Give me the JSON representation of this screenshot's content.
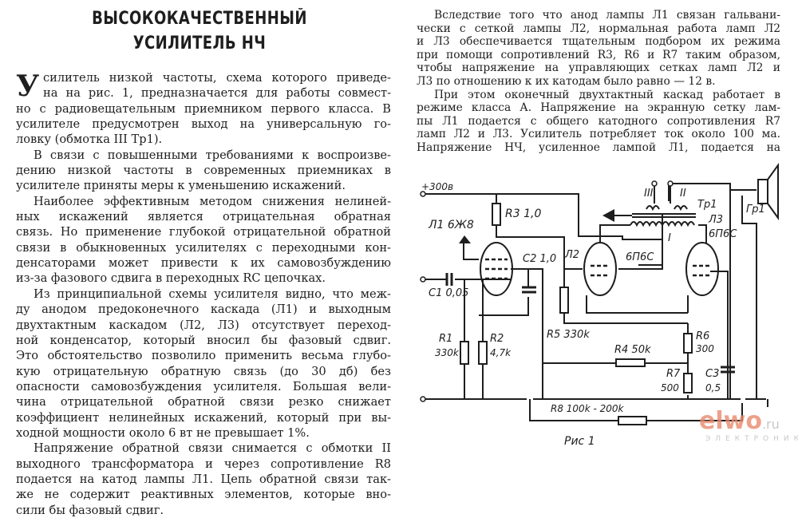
{
  "title": [
    "ВЫСОКОКАЧЕСТВЕННЫЙ",
    "УСИЛИТЕЛЬ НЧ"
  ],
  "left_column": {
    "drop_cap": "У",
    "lines": [
      {
        "t": "силитель низкой частоты, схема которого приведе-",
        "k": "drop"
      },
      {
        "t": "на на рис. 1, предназначается для работы совмест-",
        "k": "drop"
      },
      {
        "t": "но с радиовещательным приемником первого класса. В",
        "k": ""
      },
      {
        "t": "усилителе предусмотрен выход на универсальную го-",
        "k": ""
      },
      {
        "t": "ловку (обмотка III Тр1).",
        "k": "end"
      },
      {
        "t": "В связи с повышенными требованиями к воспроизве-",
        "k": "ind"
      },
      {
        "t": "дению низкой частоты в современных приемниках в",
        "k": ""
      },
      {
        "t": "усилителе приняты меры к уменьшению искажений.",
        "k": "end"
      },
      {
        "t": "Наиболее эффективным методом снижения нелиней-",
        "k": "ind"
      },
      {
        "t": "ных искажений является отрицательная обратная",
        "k": ""
      },
      {
        "t": "связь. Но применение глубокой отрицательной обратной",
        "k": ""
      },
      {
        "t": "связи в обыкновенных усилителях с переходными кон-",
        "k": ""
      },
      {
        "t": "денсаторами может привести к их самовозбуждению",
        "k": ""
      },
      {
        "t": "из-за фазового сдвига в переходных RC цепочках.",
        "k": "end"
      },
      {
        "t": "Из принципиальной схемы усилителя видно, что меж-",
        "k": "ind"
      },
      {
        "t": "ду анодом предоконечного каскада (Л1) и выходным",
        "k": ""
      },
      {
        "t": "двухтактным каскадом (Л2, Л3) отсутствует переход-",
        "k": ""
      },
      {
        "t": "ной конденсатор, который вносил бы фазовый сдвиг.",
        "k": ""
      },
      {
        "t": "Это обстоятельство позволило применить весьма глубо-",
        "k": ""
      },
      {
        "t": "кую отрицательную обратную связь (до 30 дб) без",
        "k": ""
      },
      {
        "t": "опасности самовозбуждения усилителя. Большая вели-",
        "k": ""
      },
      {
        "t": "чина отрицательной обратной связи резко снижает",
        "k": ""
      },
      {
        "t": "коэффициент нелинейных искажений, который при вы-",
        "k": ""
      },
      {
        "t": "ходной мощности около 6 вт не превышает 1%.",
        "k": "end"
      },
      {
        "t": "Напряжение обратной связи снимается с обмотки II",
        "k": "ind"
      },
      {
        "t": "выходного трансформатора и через сопротивление R8",
        "k": ""
      },
      {
        "t": "подается на катод лампы Л1. Цепь обратной связи так-",
        "k": ""
      },
      {
        "t": "же не содержит реактивных элементов, которые вно-",
        "k": ""
      },
      {
        "t": "сили бы фазовый сдвиг.",
        "k": "end"
      }
    ]
  },
  "right_column": {
    "lines": [
      {
        "t": "Вследствие того что анод лампы Л1 связан гальвани-",
        "k": "ind"
      },
      {
        "t": "чески с сеткой лампы Л2, нормальная работа ламп Л2",
        "k": ""
      },
      {
        "t": "и Л3 обеспечивается тщательным подбором их режима",
        "k": ""
      },
      {
        "t": "при помощи сопротивлений R3, R6 и R7 таким образом,",
        "k": ""
      },
      {
        "t": "чтобы напряжение на управляющих сетках ламп Л2 и",
        "k": ""
      },
      {
        "t": "Л3 по отношению к их катодам было равно — 12 в.",
        "k": "end"
      },
      {
        "t": "При этом оконечный двухтактный каскад работает в",
        "k": "ind"
      },
      {
        "t": "режиме класса А. Напряжение на экранную сетку лам-",
        "k": ""
      },
      {
        "t": "пы Л1 подается с общего катодного сопротивления R7",
        "k": ""
      },
      {
        "t": "ламп Л2 и Л3. Усилитель потребляет ток около 100 ма.",
        "k": ""
      },
      {
        "t": "Напряжение НЧ, усиленное лампой Л1, подается на",
        "k": ""
      }
    ]
  },
  "schematic": {
    "supply": "+300в",
    "l1": "Л1 6Ж8",
    "r3": "R3 1,0",
    "c2": "C2 1,0",
    "c1": "C1 0,05",
    "l2": "Л2",
    "l2_type": "6П6С",
    "l3": "Л3",
    "l3_type": "6П6С",
    "w1": "I",
    "w2": "II",
    "w3": "III",
    "tr": "Тр1",
    "spk": "Гр1",
    "r1": "R1",
    "r1v": "330k",
    "r2": "R2",
    "r2v": "4,7k",
    "r5": "R5 330k",
    "r4": "R4 50k",
    "r6": "R6",
    "r6v": "300",
    "r7": "R7",
    "r7v": "500",
    "c3": "C3",
    "c3v": "0,5",
    "r8": "R8 100k - 200k",
    "caption": "Рис 1"
  },
  "watermark": {
    "brand": "elwo",
    "tld": ".ru",
    "sub": "ЭЛЕКТРОНИКА"
  }
}
